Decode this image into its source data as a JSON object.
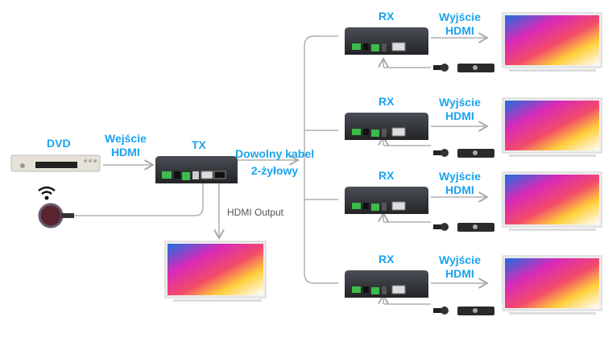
{
  "source": {
    "label": "DVD"
  },
  "input": {
    "line1": "Wejście",
    "line2": "HDMI"
  },
  "transmitter": {
    "label": "TX"
  },
  "cable": {
    "line1": "Dowolny kabel",
    "line2": "2-żyłowy"
  },
  "local_output": {
    "label": "HDMI Output"
  },
  "receivers": [
    {
      "label": "RX",
      "out_line1": "Wyjście",
      "out_line2": "HDMI"
    },
    {
      "label": "RX",
      "out_line1": "Wyjście",
      "out_line2": "HDMI"
    },
    {
      "label": "RX",
      "out_line1": "Wyjście",
      "out_line2": "HDMI"
    },
    {
      "label": "RX",
      "out_line1": "Wyjście",
      "out_line2": "HDMI"
    }
  ],
  "colors": {
    "label_blue": "#1aa3ee",
    "wire": "#b0b0b0",
    "device": "#2e3136",
    "terminal": "#3dbb4a"
  }
}
